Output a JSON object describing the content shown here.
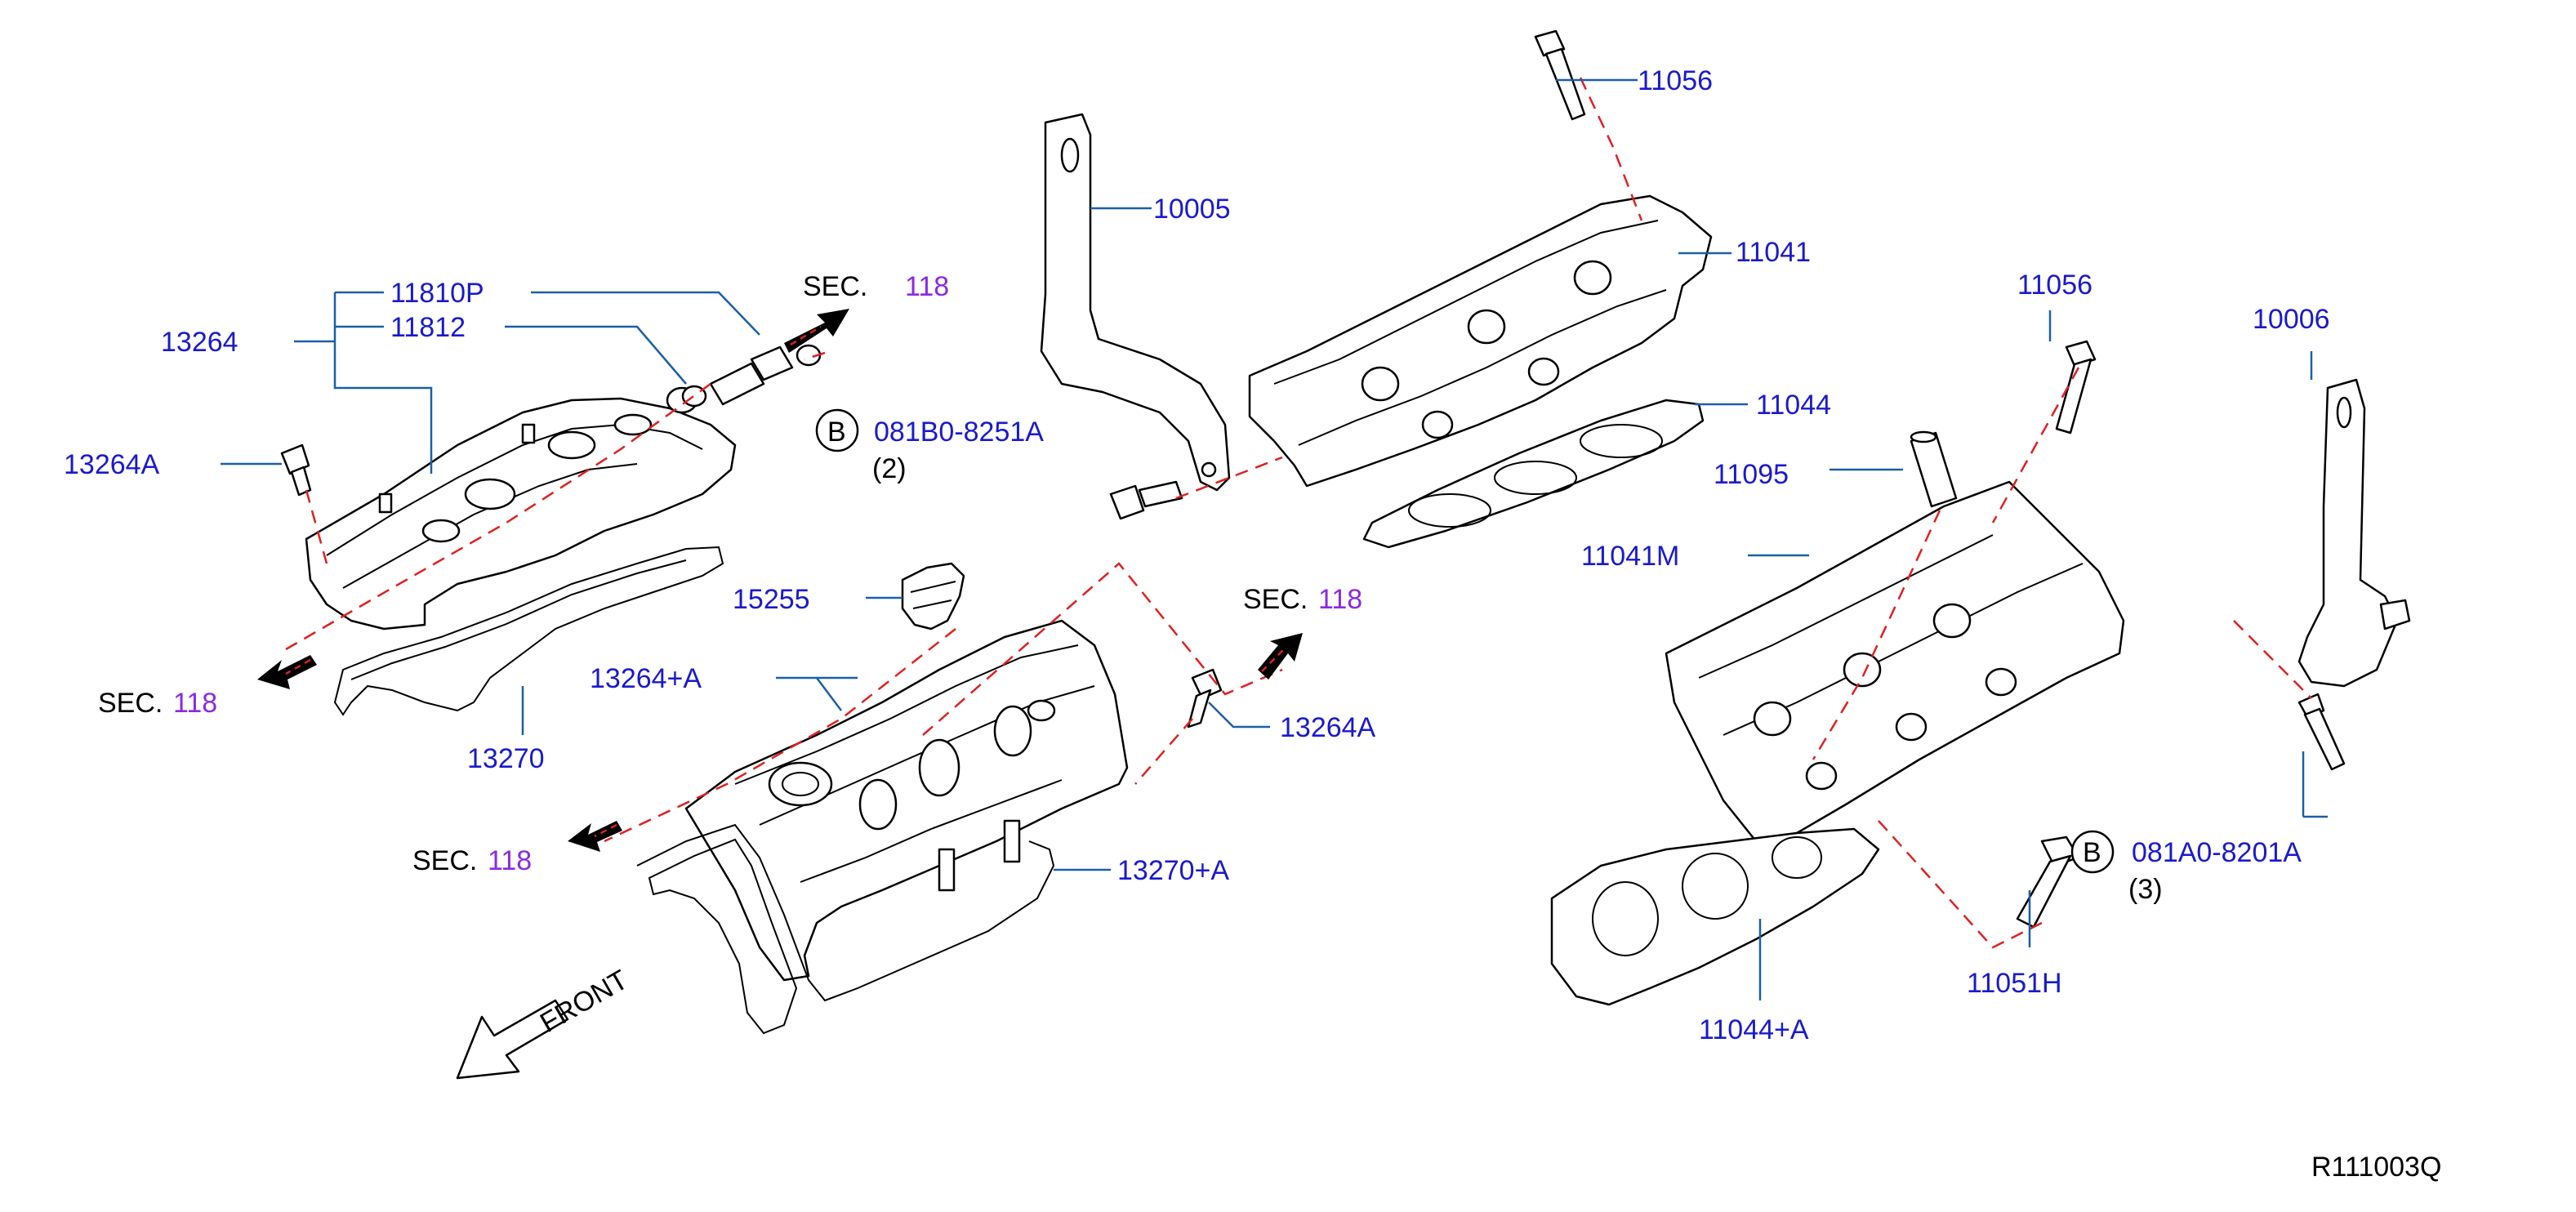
{
  "colors": {
    "label_blue": "#1a1acc",
    "section_purple": "#8a2be2",
    "leader_line": "#1a5fa8",
    "dash_red": "#e02020"
  },
  "labels": {
    "p11056_top": "11056",
    "p10005": "10005",
    "p11041": "11041",
    "p11810p": "11810P",
    "p11812": "11812",
    "p13264": "13264",
    "p13264a_left": "13264A",
    "p11044": "11044",
    "p11056_right": "11056",
    "p10006": "10006",
    "p11095": "11095",
    "p11041m": "11041M",
    "p15255": "15255",
    "p13264pa": "13264+A",
    "p13270": "13270",
    "p13264a_mid": "13264A",
    "p13270pa": "13270+A",
    "p11044pa": "11044+A",
    "p11051h": "11051H",
    "bolt_b1_code": "081B0-8251A",
    "bolt_b1_qty": "(2)",
    "bolt_b2_code": "081A0-8201A",
    "bolt_b2_qty": "(3)",
    "b_marker": "B",
    "front": "FRONT",
    "diagram_id": "R111003Q"
  },
  "sections": {
    "sec_prefix": "SEC.",
    "sec_number": "118"
  }
}
